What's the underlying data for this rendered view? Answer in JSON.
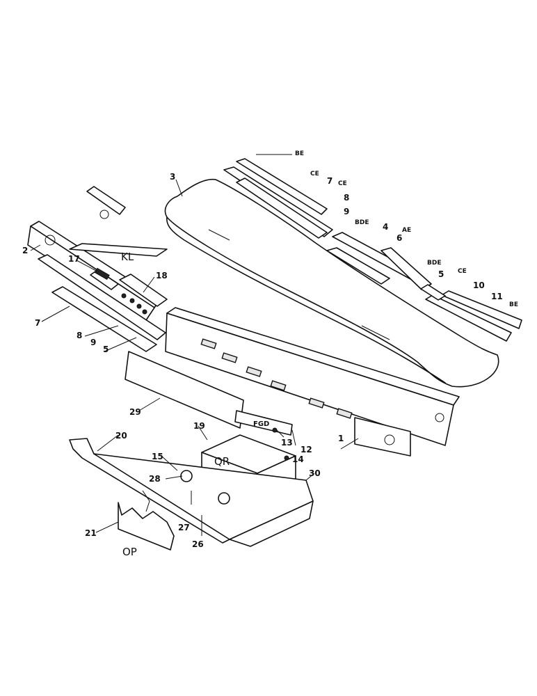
{
  "labels": {
    "n1": "1",
    "n2": "2",
    "n3": "3",
    "n4": "4",
    "n5a": "5",
    "n5b": "5",
    "n6": "6",
    "n7a": "7",
    "n7b": "7",
    "n8a": "8",
    "n8b": "8",
    "n9a": "9",
    "n9b": "9",
    "n10": "10",
    "n11": "11",
    "n12": "12",
    "n13": "13",
    "n14": "14",
    "n15": "15",
    "n17": "17",
    "n18": "18",
    "n19": "19",
    "n20": "20",
    "n21": "21",
    "n26": "26",
    "n27": "27",
    "n28": "28",
    "n29": "29",
    "n30": "30",
    "be1": "BE",
    "be2": "BE",
    "ce1": "CE",
    "ce2": "CE",
    "ce3": "CE",
    "bde1": "BDE",
    "bde2": "BDE",
    "ae": "AE",
    "kl": "KL",
    "fgd": "FGD",
    "qr": "QR",
    "op": "OP"
  }
}
